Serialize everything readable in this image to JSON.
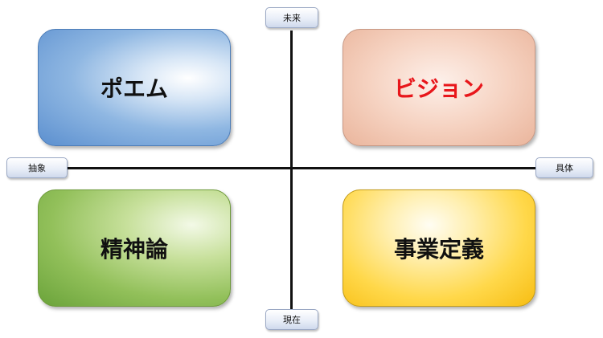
{
  "axes": {
    "top": "未来",
    "bottom": "現在",
    "left": "抽象",
    "right": "具体"
  },
  "quadrants": {
    "top_left": "ポエム",
    "top_right": "ビジョン",
    "bottom_left": "精神論",
    "bottom_right": "事業定義"
  },
  "colors": {
    "top_left": "#6a9bd4",
    "top_right": "#f4c7b2",
    "top_right_text": "#e8161b",
    "bottom_left": "#8dbb55",
    "bottom_right": "#ffd23a",
    "axis": "#111111"
  }
}
